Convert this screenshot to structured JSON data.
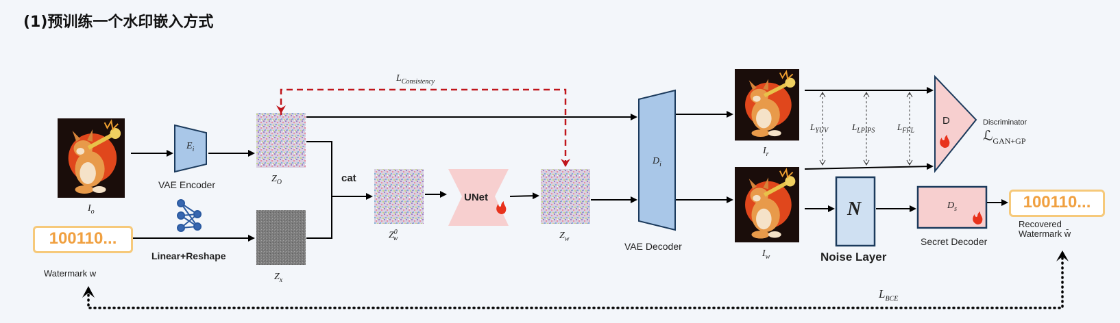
{
  "title": "(1)预训练一个水印嵌入方式",
  "labels": {
    "vae_encoder": "VAE Encoder",
    "vae_encoder_sym": "E",
    "vae_encoder_sub": "i",
    "vae_decoder": "VAE Decoder",
    "vae_decoder_sym": "D",
    "vae_decoder_sub": "i",
    "linear_reshape": "Linear+Reshape",
    "cat": "cat",
    "unet": "UNet",
    "noise_layer": "Noise Layer",
    "noise_sym": "N",
    "secret_decoder": "Secret Decoder",
    "secret_decoder_sym": "D",
    "secret_decoder_sub": "s",
    "discriminator_sym": "D",
    "discriminator": "Discriminator",
    "loss_gan": "ℒ",
    "loss_gan_sub": "GAN+GP",
    "watermark_w": "Watermark w",
    "recovered_line1": "Recovered",
    "recovered_line2": "Watermark w̄",
    "watermark_bits": "100110...",
    "recovered_bits": "100110...",
    "io": "I",
    "io_sub": "o",
    "ir": "I",
    "ir_sub": "r",
    "iw": "I",
    "iw_sub": "w",
    "zo": "Z",
    "zo_sub": "O",
    "zx": "Z",
    "zx_sub": "x",
    "zw": "Z",
    "zw_sub": "w",
    "zw0": "Z",
    "zw0_sub": "w",
    "zw0_sup": "0",
    "l_consistency": "L",
    "l_consistency_sub": "Consistency",
    "l_yuv": "L",
    "l_yuv_sub": "YUV",
    "l_lpips": "L",
    "l_lpips_sub": "LPIPS",
    "l_ffl": "L",
    "l_ffl_sub": "FFL",
    "l_bce": "L",
    "l_bce_sub": "BCE"
  },
  "colors": {
    "encoder_blue": "#a9c7e8",
    "pink": "#f7cfcf",
    "dark_stroke": "#1b3a5c",
    "red_dash": "#c0151b",
    "watermark_orange": "#f0a040"
  }
}
